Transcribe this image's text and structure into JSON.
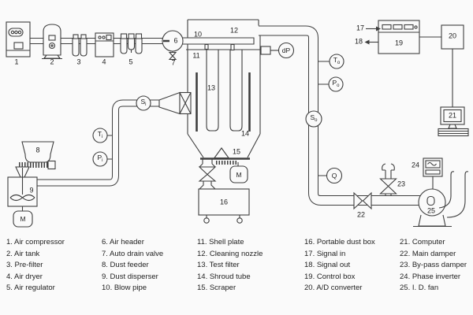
{
  "diagram": {
    "numbers": {
      "n1": "1",
      "n2": "2",
      "n3": "3",
      "n4": "4",
      "n5": "5",
      "n6": "6",
      "n7": "7",
      "n8": "8",
      "n9": "9",
      "n10": "10",
      "n11": "11",
      "n12": "12",
      "n13": "13",
      "n14": "14",
      "n15": "15",
      "n16": "16",
      "n17": "17",
      "n18": "18",
      "n19": "19",
      "n20": "20",
      "n21": "21",
      "n22": "22",
      "n23": "23",
      "n24": "24",
      "n25": "25"
    },
    "sensors": {
      "si": {
        "main": "S",
        "sub": "i"
      },
      "ti": {
        "main": "T",
        "sub": "i"
      },
      "pi": {
        "main": "P",
        "sub": "i"
      },
      "dp": {
        "main": "dP",
        "sub": ""
      },
      "t0": {
        "main": "T",
        "sub": "o"
      },
      "p0": {
        "main": "P",
        "sub": "o"
      },
      "s0": {
        "main": "S",
        "sub": "o"
      },
      "q": {
        "main": "Q",
        "sub": ""
      },
      "motor_scraper": {
        "main": "M",
        "sub": ""
      },
      "motor_disperser": {
        "main": "M",
        "sub": ""
      }
    },
    "line_color": "#3f3f3f"
  },
  "legend": {
    "columns": [
      {
        "items": [
          "1. Air compressor",
          "2. Air tank",
          "3. Pre-filter",
          "4. Air dryer",
          "5. Air regulator"
        ]
      },
      {
        "items": [
          "6. Air header",
          "7. Auto drain valve",
          "8. Dust feeder",
          "9. Dust disperser",
          "10. Blow pipe"
        ]
      },
      {
        "items": [
          "11. Shell plate",
          "12. Cleaning nozzle",
          "13. Test filter",
          "14. Shroud tube",
          "15. Scraper"
        ]
      },
      {
        "items": [
          "16. Portable dust box",
          "17. Signal in",
          "18. Signal out",
          "19. Control box",
          "20. A/D converter"
        ]
      },
      {
        "items": [
          "21. Computer",
          "22. Main damper",
          "23. By-pass damper",
          "24. Phase inverter",
          "25. I. D. fan"
        ]
      }
    ]
  }
}
